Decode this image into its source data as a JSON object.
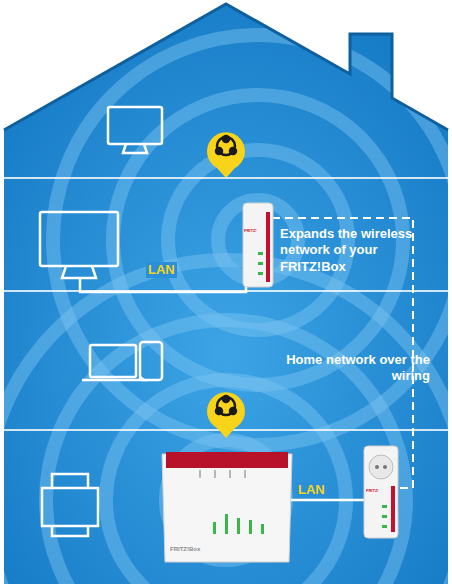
{
  "diagram": {
    "labels": [
      "LAN",
      "Expands the wireless network of your FRITZ!Box",
      "Home network over the wiring",
      "LAN",
      "FRITZ!Box",
      "FRITZ!",
      "FRITZ!"
    ]
  }
}
